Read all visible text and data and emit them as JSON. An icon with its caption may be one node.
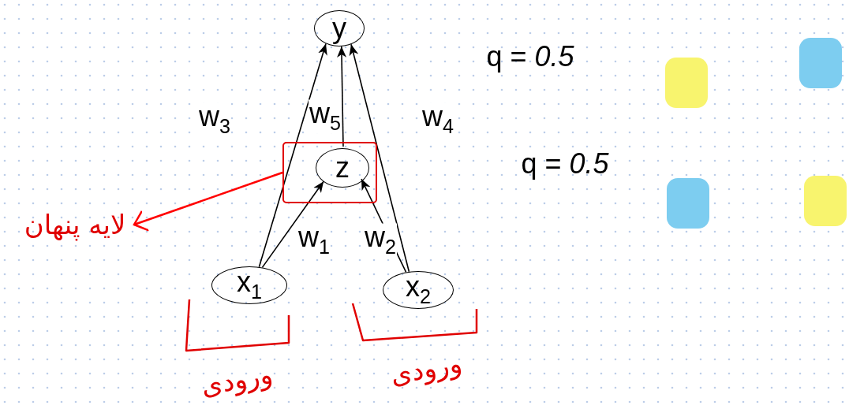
{
  "diagram": {
    "nodes": [
      {
        "text": [
          "y"
        ]
      },
      {
        "text": [],
        "shape": "box"
      },
      {
        "text": [
          "z"
        ],
        "in": 1
      },
      {
        "text": [
          "x$_{1}$"
        ]
      },
      {
        "text": [
          "x$_{2}$"
        ]
      },
      {
        "text": [
          "لایه پنهان"
        ]
      }
    ],
    "edges": [
      {
        "from": 3,
        "to": 0,
        "arrow": "to",
        "label": "w$_{3}$"
      },
      {
        "from": 3,
        "to": 2,
        "arrow": "to",
        "label": "w$_{1}$"
      },
      {
        "from": 4,
        "to": 2,
        "arrow": "to",
        "label": "w$_{2}$"
      },
      {
        "from": 4,
        "to": 0,
        "arrow": "to",
        "label": "w$_{4}$"
      },
      {
        "from": 2,
        "to": 0,
        "arrow": "to",
        "label": "w$_{5}$"
      },
      {
        "from": 1,
        "to": 5,
        "arrow": "to",
        "color": "#ff0000"
      }
    ],
    "labels": [
      "q = *0.5*",
      "q = *0.5*",
      "ورودی",
      "ورودی"
    ]
  }
}
